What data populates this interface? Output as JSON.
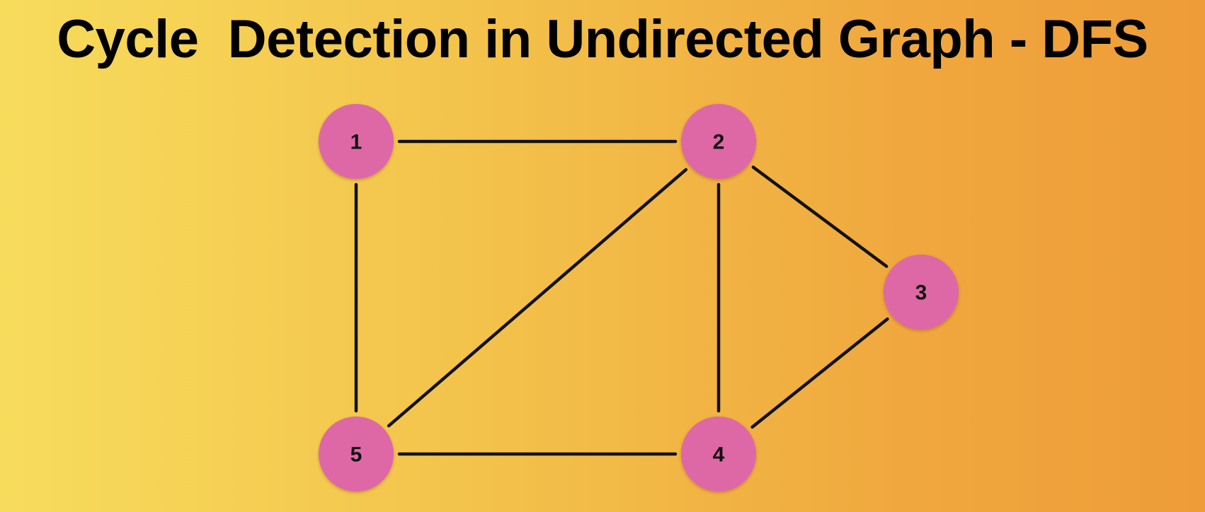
{
  "title": "Cycle  Detection in Undirected Graph - DFS",
  "graph": {
    "nodes": [
      {
        "id": "1",
        "label": "1"
      },
      {
        "id": "2",
        "label": "2"
      },
      {
        "id": "3",
        "label": "3"
      },
      {
        "id": "4",
        "label": "4"
      },
      {
        "id": "5",
        "label": "5"
      }
    ],
    "edges": [
      {
        "from": "1",
        "to": "2"
      },
      {
        "from": "1",
        "to": "5"
      },
      {
        "from": "2",
        "to": "5"
      },
      {
        "from": "2",
        "to": "4"
      },
      {
        "from": "2",
        "to": "3"
      },
      {
        "from": "3",
        "to": "4"
      },
      {
        "from": "5",
        "to": "4"
      }
    ],
    "node_color": "#de67a6",
    "edge_color": "#111111"
  }
}
